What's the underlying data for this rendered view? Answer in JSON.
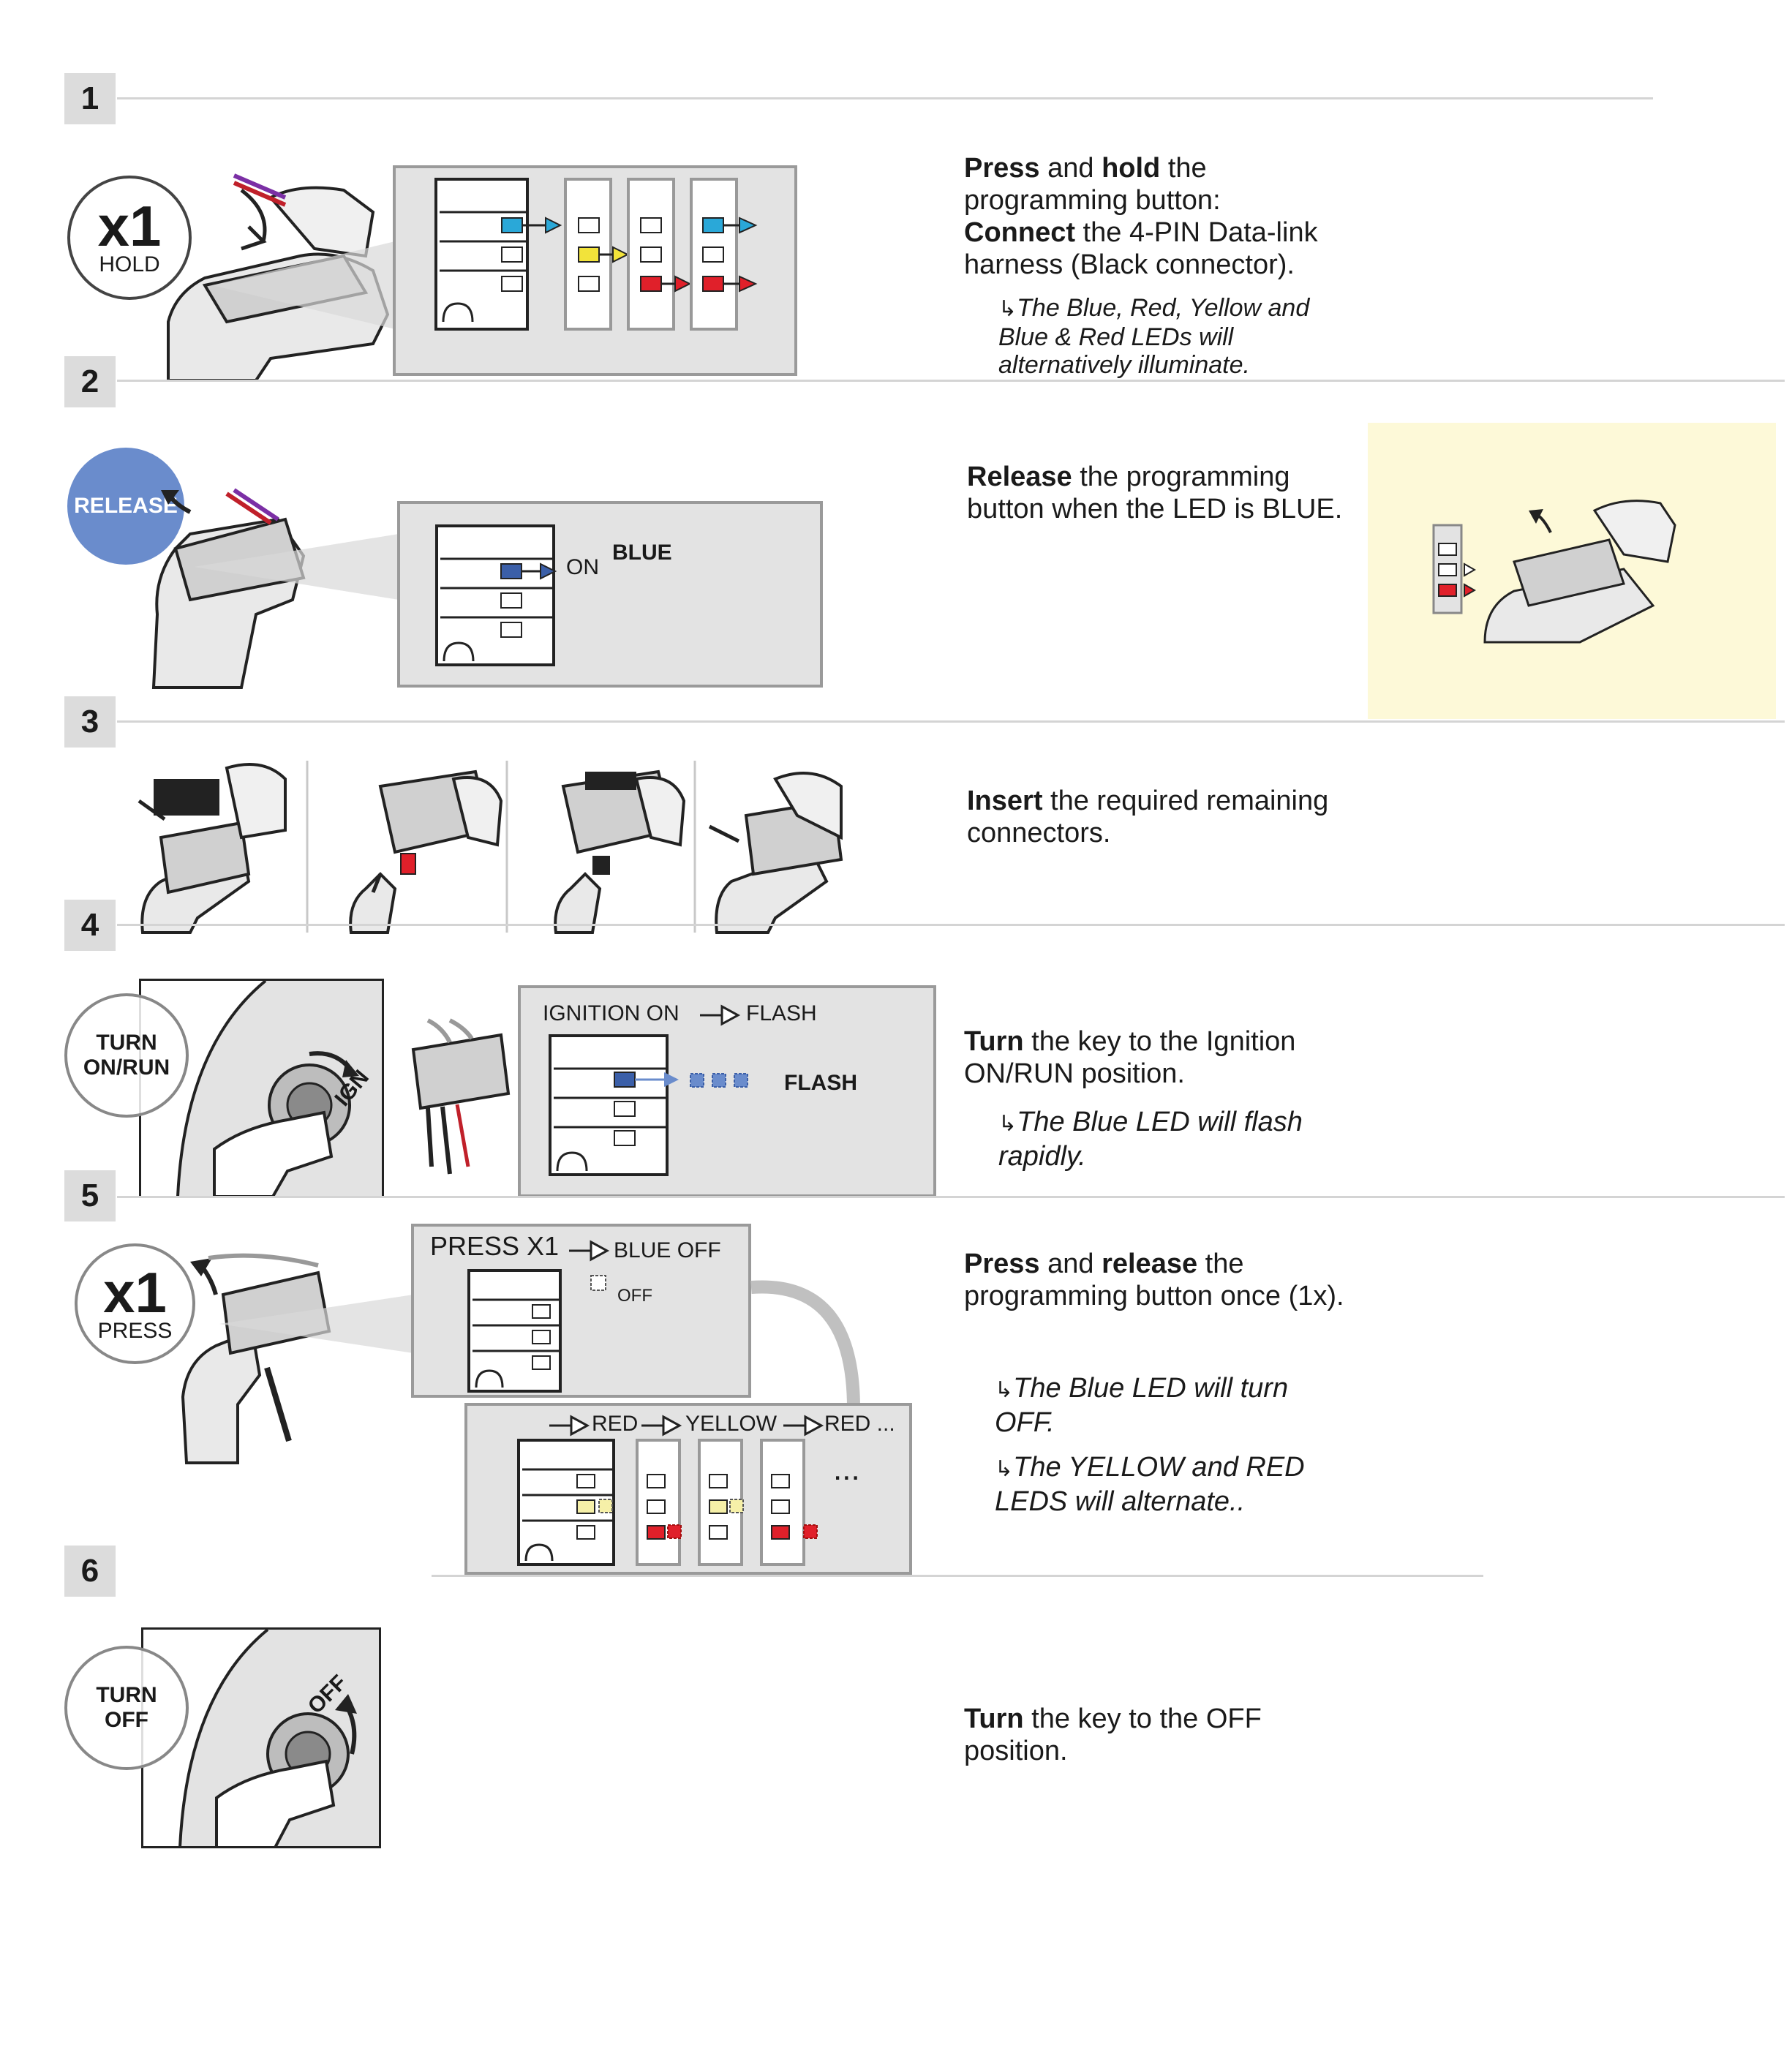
{
  "steps": [
    {
      "number": "1",
      "circle": {
        "big": "x1",
        "small": "HOLD"
      },
      "instruction": {
        "b1": "Press",
        "t1": " and ",
        "b2": "hold",
        "t2": " the programming button:",
        "b3": "Connect",
        "t3": " the 4-PIN Data-link harness (Black connector)."
      },
      "note": "The Blue, Red, Yellow and Blue & Red LEDs will alternatively illuminate."
    },
    {
      "number": "2",
      "circle": {
        "label": "RELEASE"
      },
      "panel": {
        "on": "ON",
        "color": "BLUE"
      },
      "instruction": {
        "b1": "Release",
        "t1": " the programming button when the LED is BLUE."
      }
    },
    {
      "number": "3",
      "instruction": {
        "b1": "Insert",
        "t1": " the required remaining connectors."
      }
    },
    {
      "number": "4",
      "circle": {
        "line1": "TURN",
        "line2": "ON/RUN"
      },
      "key_label": "IGN",
      "panel": {
        "ignition": "IGNITION ON",
        "flash_head": "FLASH",
        "flash": "FLASH"
      },
      "instruction": {
        "b1": "Turn",
        "t1": " the key to the Ignition ON/RUN position."
      },
      "note": "The Blue LED will flash rapidly."
    },
    {
      "number": "5",
      "circle": {
        "big": "x1",
        "small": "PRESS"
      },
      "panel_top": {
        "press": "PRESS X1",
        "blue_off": "BLUE OFF",
        "off": "OFF"
      },
      "panel_bottom": {
        "red": "RED",
        "yellow": "YELLOW",
        "red_more": "RED ...",
        "dots": "..."
      },
      "instruction": {
        "b1": "Press",
        "t1": " and ",
        "b2": "release",
        "t2": " the programming button once (1x)."
      },
      "note1": "The Blue LED will turn OFF.",
      "note2": "The YELLOW and RED LEDS will alternate.."
    },
    {
      "number": "6",
      "circle": {
        "line1": "TURN",
        "line2": "OFF"
      },
      "key_label": "OFF",
      "instruction": {
        "b1": "Turn",
        "t1": " the key to the OFF position."
      }
    }
  ],
  "colors": {
    "led_blue": "#2aa8d8",
    "led_yellow": "#f2e33a",
    "led_red": "#e0202a",
    "led_dark_blue": "#3b5fa8",
    "release_circle": "#6a8ccc",
    "highlight_box": "#fdf9d8"
  }
}
